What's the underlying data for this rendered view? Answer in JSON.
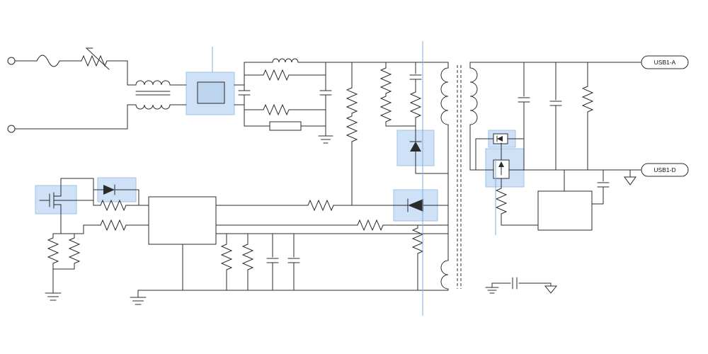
{
  "diagram": {
    "type": "schematic",
    "description": "AC-DC flyback switching power supply / USB charger schematic",
    "ports": {
      "usb1a": "USB1-A",
      "usb1d": "USB1-D"
    },
    "colors": {
      "background": "#ffffff",
      "wire": "#2b2b2b",
      "highlight_fill": "#cfe1f6",
      "highlight_stroke": "#9cc3e6",
      "guide_line": "#84b4e0"
    },
    "editor": {
      "guide_lines_visible": 3
    },
    "components": [
      {
        "id": "ac-terminal-line",
        "label": "AC line terminal"
      },
      {
        "id": "ac-terminal-neutral",
        "label": "AC neutral terminal"
      },
      {
        "id": "fuse",
        "label": "Fuse"
      },
      {
        "id": "varistor",
        "label": "Varistor"
      },
      {
        "id": "common-mode-choke",
        "label": "Common-mode choke"
      },
      {
        "id": "bridge-rectifier",
        "label": "Bridge rectifier",
        "highlighted": true
      },
      {
        "id": "input-filter",
        "label": "Bulk filter capacitors and bleeder resistors"
      },
      {
        "id": "startup-divider",
        "label": "Startup resistor divider"
      },
      {
        "id": "rcd-snubber",
        "label": "RCD snubber clamp"
      },
      {
        "id": "snubber-diode",
        "label": "Snubber diode",
        "highlighted": true
      },
      {
        "id": "flyback-transformer",
        "label": "Flyback transformer"
      },
      {
        "id": "primary-mosfet",
        "label": "Primary switch MOSFET",
        "highlighted": true
      },
      {
        "id": "gate-drive-diode",
        "label": "Gate drive diode",
        "highlighted": true
      },
      {
        "id": "controller-ic",
        "label": "Primary controller IC"
      },
      {
        "id": "current-sense-resistors",
        "label": "Current sense resistors"
      },
      {
        "id": "blocking-diode",
        "label": "Blocking diode",
        "highlighted": true
      },
      {
        "id": "bias-network",
        "label": "Bias / timing RC network"
      },
      {
        "id": "output-filter",
        "label": "Output filter capacitors and load resistor"
      },
      {
        "id": "feedback-rectifier",
        "label": "Feedback rectifier",
        "highlighted": true
      },
      {
        "id": "shunt-regulator",
        "label": "Shunt regulator",
        "highlighted": true
      },
      {
        "id": "secondary-ic",
        "label": "Secondary-side IC"
      },
      {
        "id": "y-capacitor",
        "label": "Y-capacitor between grounds"
      },
      {
        "id": "usb-port-a",
        "label": "USB1-A"
      },
      {
        "id": "usb-port-d",
        "label": "USB1-D"
      }
    ]
  }
}
